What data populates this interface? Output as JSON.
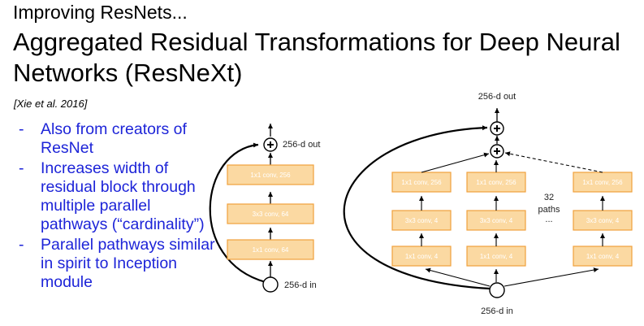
{
  "slide": {
    "kicker": "Improving ResNets...",
    "title": "Aggregated Residual Transformations for Deep Neural Networks (ResNeXt)",
    "citation": "[Xie et al. 2016]",
    "bullets": [
      "Also from creators of ResNet",
      "Increases width of residual block through multiple parallel pathways (“cardinality”)",
      "Parallel pathways similar in spirit to Inception module"
    ]
  },
  "left_block": {
    "out_label": "256-d out",
    "in_label": "256-d in",
    "layers": [
      "1x1 conv, 256",
      "3x3 conv, 64",
      "1x1 conv, 64"
    ]
  },
  "right_block": {
    "out_label": "256-d out",
    "in_label": "256-d in",
    "paths_label": "32",
    "paths_word": "paths",
    "ellipsis": "...",
    "path_layers": [
      "1x1 conv, 256",
      "3x3 conv, 4",
      "1x1 conv, 4"
    ]
  },
  "colors": {
    "bullet_text": "#1d24d8",
    "box_fill": "#fbd9a2",
    "box_stroke": "#f1a13c"
  },
  "icons": [
    "plus-node-icon",
    "input-node-icon"
  ]
}
